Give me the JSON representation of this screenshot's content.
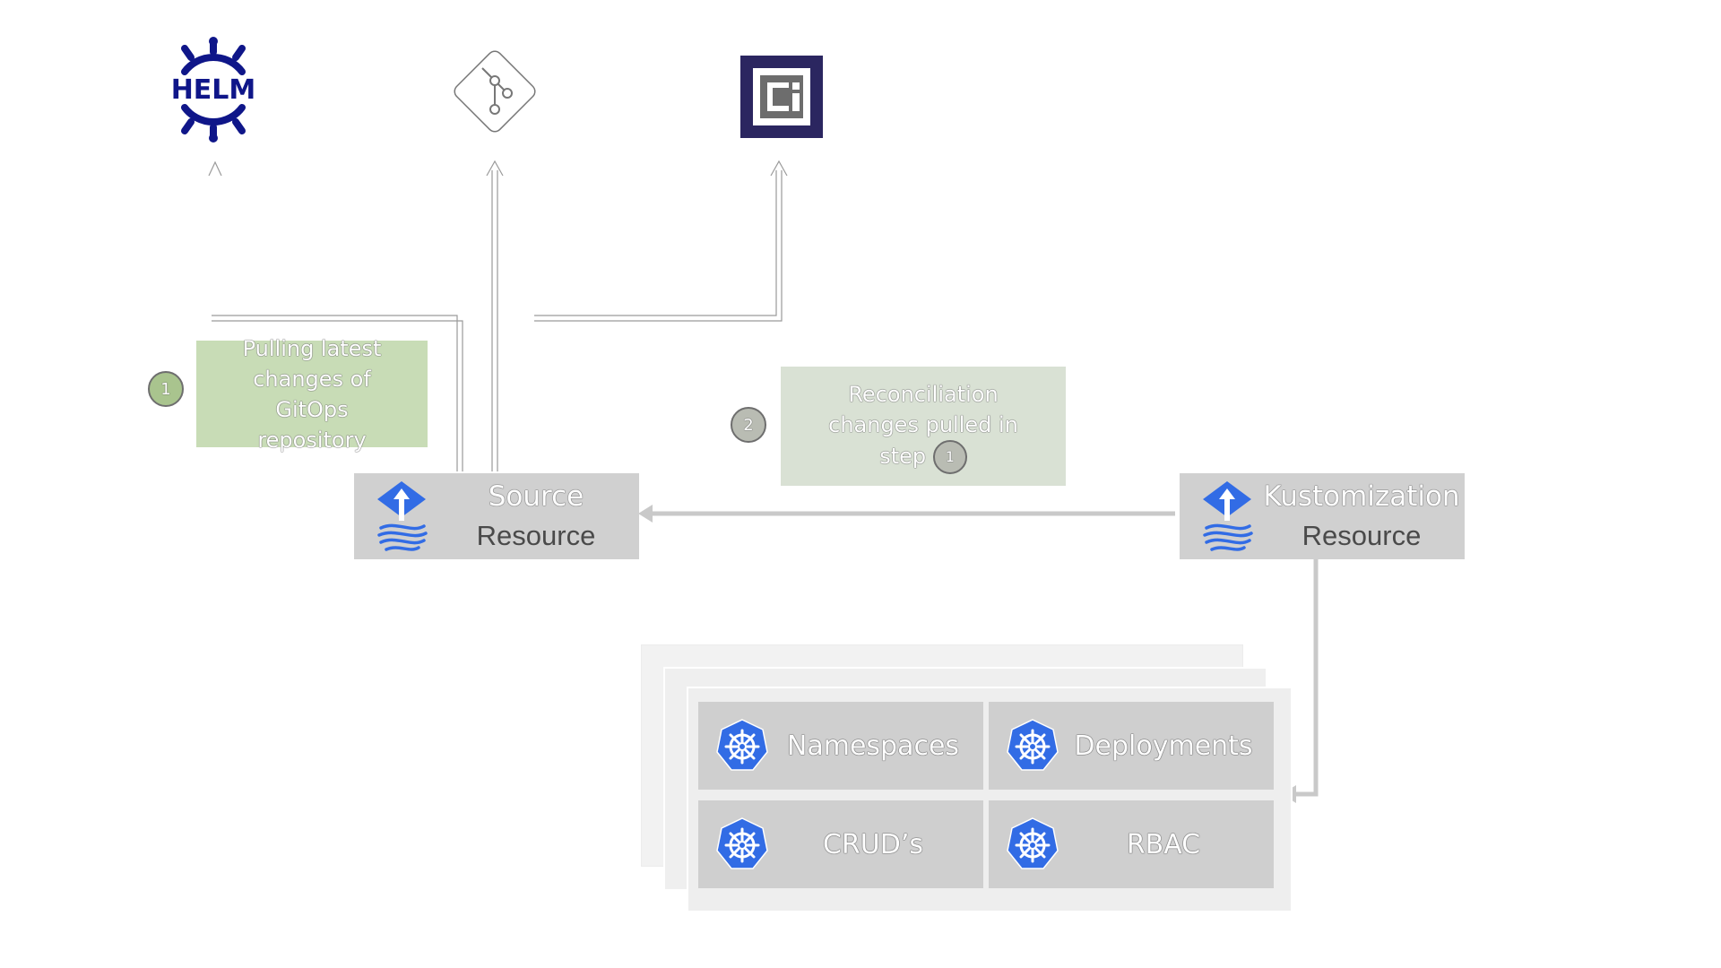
{
  "logos": {
    "helm": {
      "text": "HELM",
      "color": "#0f1689",
      "icon": "helm-icon"
    },
    "git": {
      "icon": "git-icon"
    },
    "ci": {
      "icon": "ci-icon",
      "color": "#2b2660"
    }
  },
  "notes": {
    "step1": {
      "badge": "1",
      "text": "Pulling latest changes of GitOps repository"
    },
    "step2": {
      "badge": "2",
      "text": "Reconciliation changes pulled in step",
      "inline_badge": "1"
    }
  },
  "resources": {
    "source": {
      "line1": "Source",
      "line2": "Resource",
      "icon": "flux-icon"
    },
    "kustomization": {
      "line1": "Kustomization",
      "line2": "Resource",
      "icon": "flux-icon"
    }
  },
  "k8s_objects": [
    {
      "label": "Namespaces",
      "icon": "kubernetes-icon"
    },
    {
      "label": "Deployments",
      "icon": "kubernetes-icon"
    },
    {
      "label": "CRUD’s",
      "icon": "kubernetes-icon"
    },
    {
      "label": "RBAC",
      "icon": "kubernetes-icon"
    }
  ],
  "colors": {
    "note_green": "#c8dcb6",
    "note_gray": "#d9e1d4",
    "resource_gray": "#d0d0d0",
    "connector": "#c9c9c9",
    "flux_blue": "#326ce5",
    "k8s_blue": "#326ce5"
  }
}
